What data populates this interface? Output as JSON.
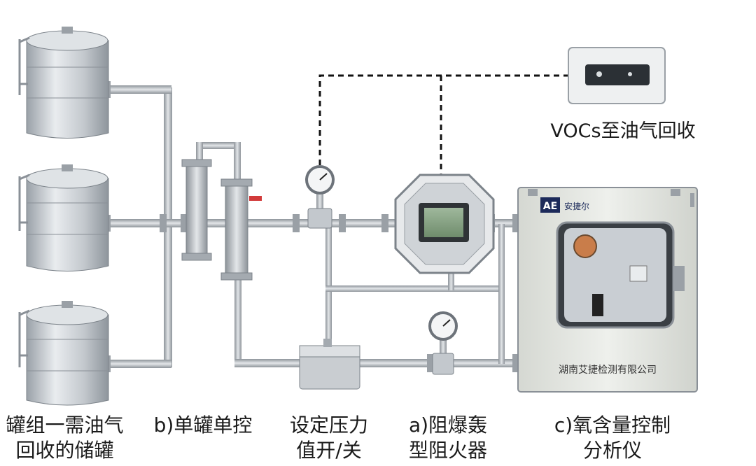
{
  "labels": {
    "tank_group": [
      "罐组一需油气",
      "回收的储罐"
    ],
    "single_tank": [
      "b)单罐单控"
    ],
    "pressure_valve": [
      "设定压力",
      "值开/关"
    ],
    "flame_arrester": [
      "a)阻爆轰",
      "型阻火器"
    ],
    "oxygen_analyzer": [
      "c)氧含量控制",
      "分析仪"
    ],
    "vocs": "VOCs至油气回收"
  },
  "analyzer_brand": {
    "logo": "AE",
    "name": "安捷尔",
    "company": "湖南艾捷检测有限公司"
  },
  "colors": {
    "pipe": "#b9bec3",
    "pipe_edge": "#8d9399",
    "tank": "#c9ced3",
    "dashed_signal": "#111111",
    "cabinet": "#e6e8e3",
    "valve_red": "#d23a3a"
  }
}
